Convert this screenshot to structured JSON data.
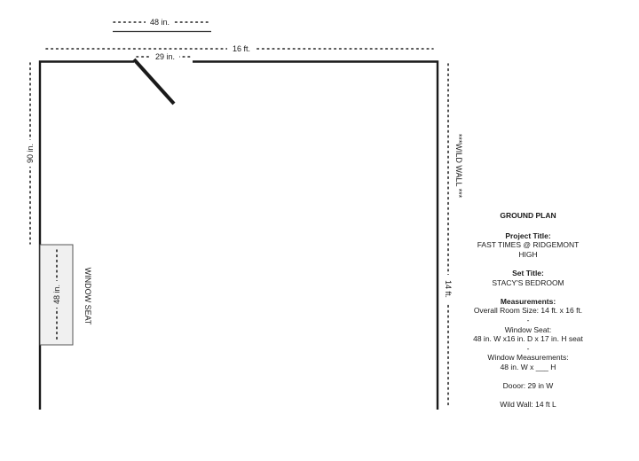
{
  "plan": {
    "dim_window_width": "48 in.",
    "dim_room_length": "16 ft.",
    "dim_door_width": "29 in.",
    "dim_left_wall_segment": "90 in.",
    "dim_window_seat_length": "48 in.",
    "dim_right_wall": "14 ft.",
    "window_seat_label": "WINDOW SEAT",
    "wild_wall_label": "***WILD WALL ***"
  },
  "info": {
    "heading": "GROUND PLAN",
    "project_title_label": "Project Title:",
    "project_title": "FAST TIMES @ RIDGEMONT HIGH",
    "set_title_label": "Set Title:",
    "set_title": "STACY'S BEDROOM",
    "measurements_label": "Measurements:",
    "overall_room_size": "Overall Room Size:  14 ft. x 16 ft.",
    "separator_1": "-",
    "window_seat_label": "Window Seat:",
    "window_seat_size": "48 in. W x16 in. D x 17 in. H seat",
    "separator_2": "-",
    "window_measurements_label": "Window Measurements:",
    "window_measurements": "48 in. W x ___ H",
    "door": "Dooor:  29 in W",
    "wild_wall": "Wild Wall: 14 ft L"
  },
  "colors": {
    "wall": "#1a1a1a",
    "window_seat_fill": "#f0f0f0",
    "window_seat_stroke": "#555555",
    "dimension_dots": "#222222"
  }
}
